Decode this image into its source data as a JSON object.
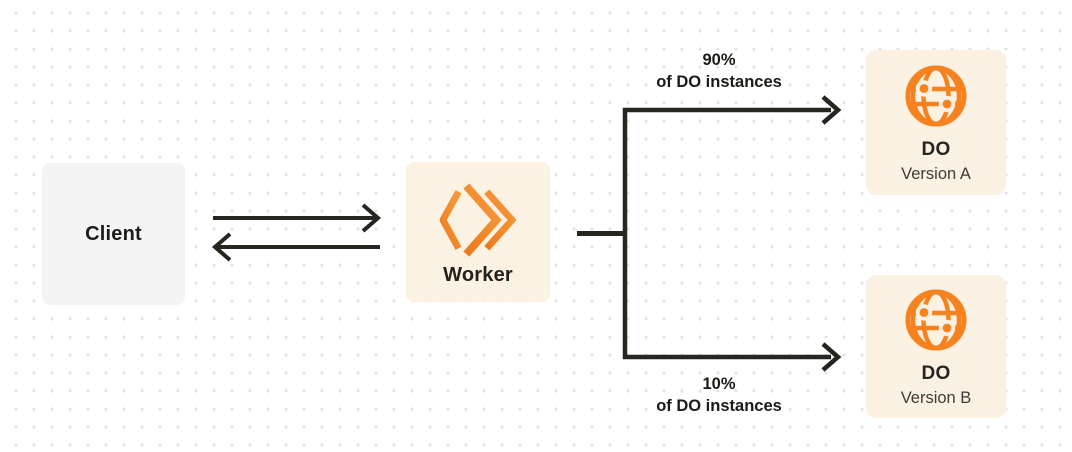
{
  "diagram": {
    "client": {
      "label": "Client"
    },
    "worker": {
      "label": "Worker",
      "icon": "workers-logo-icon"
    },
    "do_version_a": {
      "title": "DO",
      "subtitle": "Version A",
      "icon": "globe-icon"
    },
    "do_version_b": {
      "title": "DO",
      "subtitle": "Version B",
      "icon": "globe-icon"
    },
    "route_a_label": {
      "percent": "90%",
      "caption": "of DO instances"
    },
    "route_b_label": {
      "percent": "10%",
      "caption": "of DO instances"
    }
  },
  "colors": {
    "accent_orange": "#f6821f",
    "connector_dark": "#26251f",
    "client_box_bg": "#f4f4f5",
    "orange_box_bg": "#fcf2e3",
    "background": "#ffffff",
    "dot_grid": "#e3e3e3"
  }
}
